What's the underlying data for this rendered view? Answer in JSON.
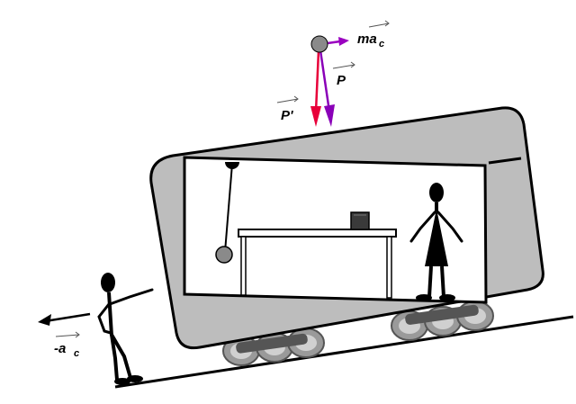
{
  "labels": {
    "ma": {
      "main": "ma",
      "sub": "c"
    },
    "p": {
      "main": "P"
    },
    "p_prime": {
      "main": "P'"
    },
    "minus_a": {
      "main": "-a",
      "sub": "c"
    }
  },
  "colors": {
    "wagon_gray": "#bdbdbd",
    "wheel_gray": "#8c8c8c",
    "vector_p_prime": "#e8003a",
    "vector_p": "#8a00b8",
    "vector_ma": "#9a00c0",
    "ink": "#000000",
    "pendulum_bob": "#8a8a8a"
  },
  "icons": {
    "observer_outside": "stick-figure-icon",
    "observer_inside": "stick-figure-icon",
    "object_on_table": "box-icon"
  }
}
